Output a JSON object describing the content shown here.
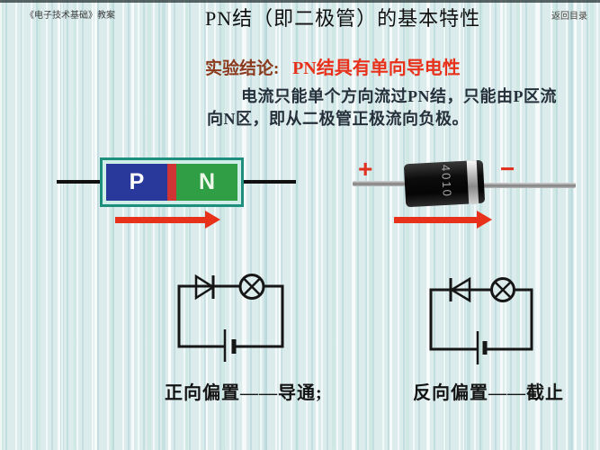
{
  "page": {
    "header_left": "《电子技术基础》教案",
    "back_link": "返回目录",
    "title": "PN结（即二极管）的基本特性"
  },
  "conclusion": {
    "label": "实验结论:",
    "text": "PN结具有单向导电性"
  },
  "paragraph": {
    "line1": "电流只能单个方向流过PN结，只能由P区流",
    "line2": "向N区，即从二极管正极流向负极。"
  },
  "pn_diagram": {
    "p_label": "P",
    "n_label": "N"
  },
  "diode_photo": {
    "plus": "+",
    "minus": "−",
    "marking": "4010"
  },
  "circuits": {
    "forward_caption": "正向偏置——导通;",
    "reverse_caption": "反向偏置——截止"
  },
  "colors": {
    "accent_red": "#e8311a",
    "conclusion_label": "#8b3a1e",
    "p_region_blue": "#28389b",
    "junction_red": "#cf3633",
    "n_region_green": "#2f9e45",
    "box_border_teal": "#1e8f7d",
    "box_fill_cyan": "#cfeee8",
    "paragraph_text": "#25303b",
    "background": "#dcebec"
  }
}
